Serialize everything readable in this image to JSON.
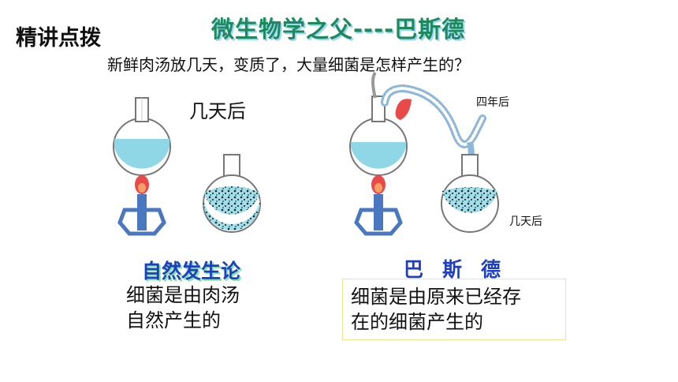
{
  "header": {
    "section_tag": "精讲点拨",
    "title": "微生物学之父----巴斯德",
    "question": "新鲜肉汤放几天，变质了，大量细菌是怎样产生的？"
  },
  "experiment": {
    "left_label": "几天后",
    "right_top_label": "四年后",
    "right_bottom_label": "几天后"
  },
  "theories": {
    "left_name": "自然发生论",
    "left_desc_line1": "细菌是由肉汤",
    "left_desc_line2": "自然产生的",
    "right_name": "巴斯德",
    "right_desc_line1": "细菌是由原来已经存",
    "right_desc_line2": "在的细菌产生的"
  },
  "colors": {
    "broth": "#8fd6e6",
    "flame": "#e84a4a",
    "burner": "#4a78c0",
    "title_green": "#1e8a5a",
    "theory_blue": "#1f3fbf"
  }
}
